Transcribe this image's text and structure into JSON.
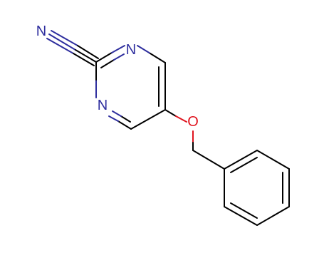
{
  "molecule": {
    "atoms": {
      "nitrile_nitrogen": "N",
      "ring_nitrogen_1": "N",
      "ring_nitrogen_3": "N",
      "ether_oxygen": "O"
    },
    "colors": {
      "bond": "#000000",
      "nitrogen": "#2e2e9e",
      "oxygen": "#e0141e"
    }
  }
}
